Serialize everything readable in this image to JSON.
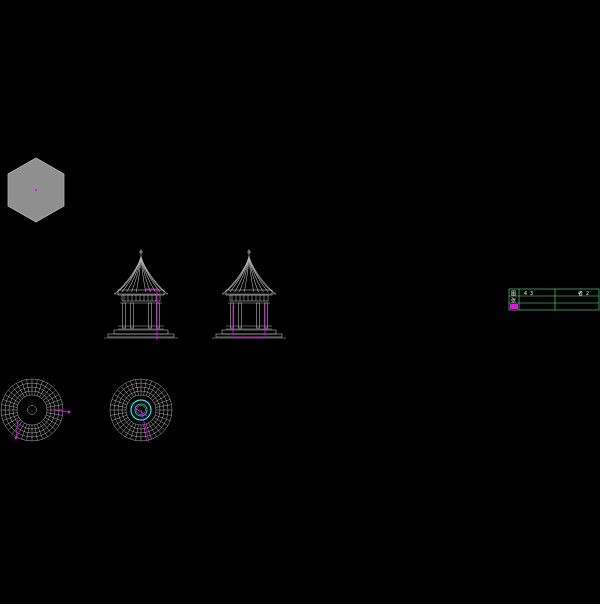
{
  "app": {
    "background": "#000000"
  },
  "colors": {
    "line": "#b4b4b4",
    "hexagon_fill": "#8f8f8f",
    "magenta": "#ff00ff",
    "cyan": "#00ffff",
    "green": "#4cff7a",
    "white": "#ffffff"
  },
  "drawing": {
    "title_block": {
      "cells": [
        {
          "text": "图"
        },
        {
          "text": "4 3"
        },
        {
          "text": "者 2"
        },
        {
          "text": "张"
        },
        {
          "text": ""
        }
      ]
    }
  }
}
